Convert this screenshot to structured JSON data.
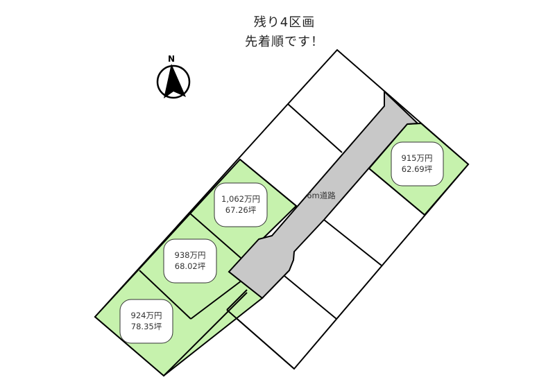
{
  "header": {
    "line1": "残り4区画",
    "line2": "先着順です！"
  },
  "compass": {
    "label": "N"
  },
  "road": {
    "label": "6m道路"
  },
  "colors": {
    "available": "#c6f2ad",
    "road": "#c8c8c8"
  },
  "lots": [
    {
      "price": "915万円",
      "area": "62.69坪"
    },
    {
      "price": "1,062万円",
      "area": "67.26坪"
    },
    {
      "price": "938万円",
      "area": "68.02坪"
    },
    {
      "price": "924万円",
      "area": "78.35坪"
    }
  ]
}
